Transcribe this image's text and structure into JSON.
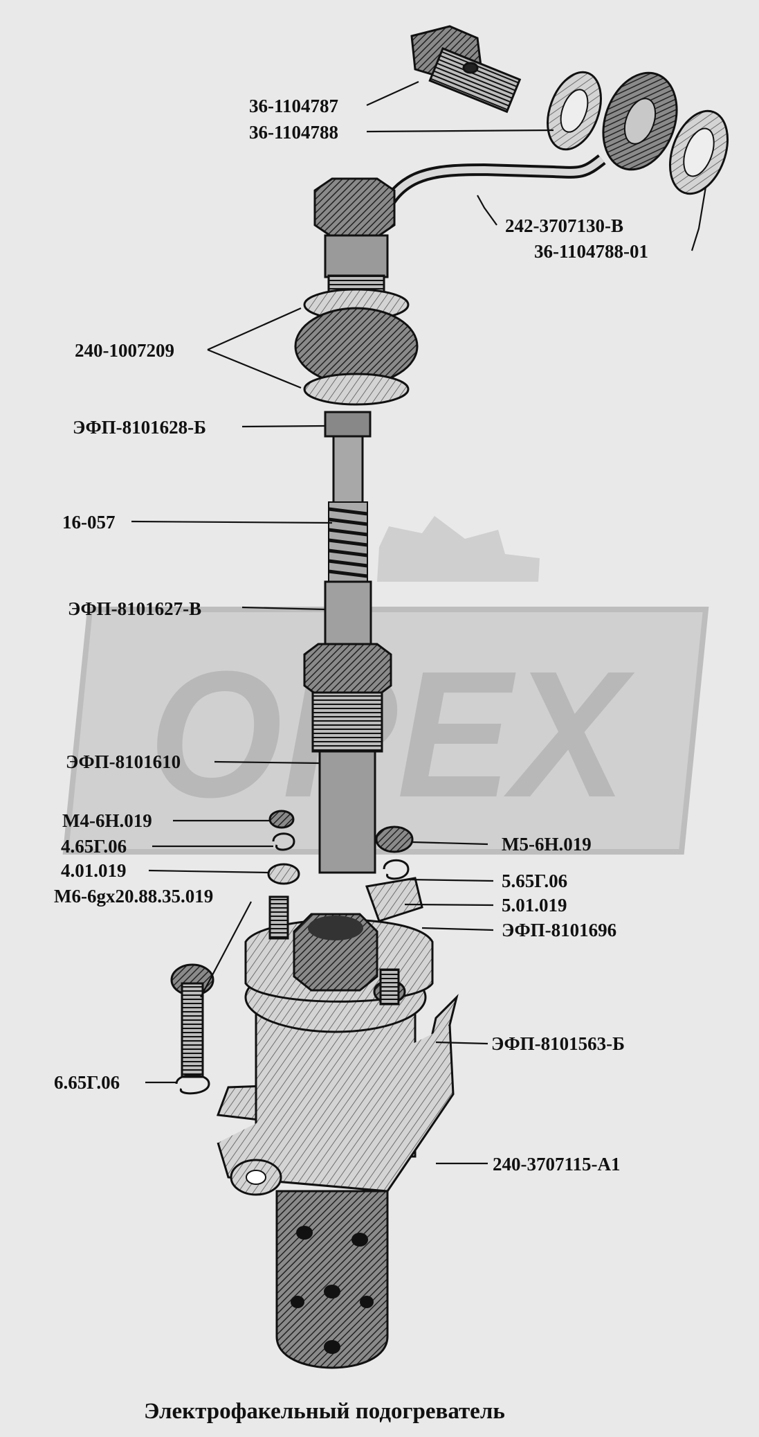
{
  "caption": "Электрофакельный подогреватель",
  "watermark": "OPEX",
  "colors": {
    "background": "#e9e9e9",
    "ink": "#111111",
    "watermark": "#c4c4c4"
  },
  "labels": [
    {
      "id": "36-1104787",
      "text": "36-1104787"
    },
    {
      "id": "36-1104788",
      "text": "36-1104788"
    },
    {
      "id": "242-3707130-V",
      "text": "242-3707130-В"
    },
    {
      "id": "36-1104788-01",
      "text": "36-1104788-01"
    },
    {
      "id": "240-1007209",
      "text": "240-1007209"
    },
    {
      "id": "EFP-8101628-B",
      "text": "ЭФП-8101628-Б"
    },
    {
      "id": "16-057",
      "text": "16-057"
    },
    {
      "id": "EFP-8101627-V",
      "text": "ЭФП-8101627-В"
    },
    {
      "id": "EFP-8101610",
      "text": "ЭФП-8101610"
    },
    {
      "id": "M4-6H.019",
      "text": "М4-6Н.019"
    },
    {
      "id": "4.65G.06",
      "text": "4.65Г.06"
    },
    {
      "id": "4.01.019",
      "text": "4.01.019"
    },
    {
      "id": "M6-6gx20.88.35.019",
      "text": "М6-6gх20.88.35.019"
    },
    {
      "id": "6.65G.06",
      "text": "6.65Г.06"
    },
    {
      "id": "M5-6H.019",
      "text": "М5-6Н.019"
    },
    {
      "id": "5.65G.06",
      "text": "5.65Г.06"
    },
    {
      "id": "5.01.019",
      "text": "5.01.019"
    },
    {
      "id": "EFP-8101696",
      "text": "ЭФП-8101696"
    },
    {
      "id": "EFP-8101563-B",
      "text": "ЭФП-8101563-Б"
    },
    {
      "id": "240-3707115-A1",
      "text": "240-3707115-А1"
    }
  ]
}
